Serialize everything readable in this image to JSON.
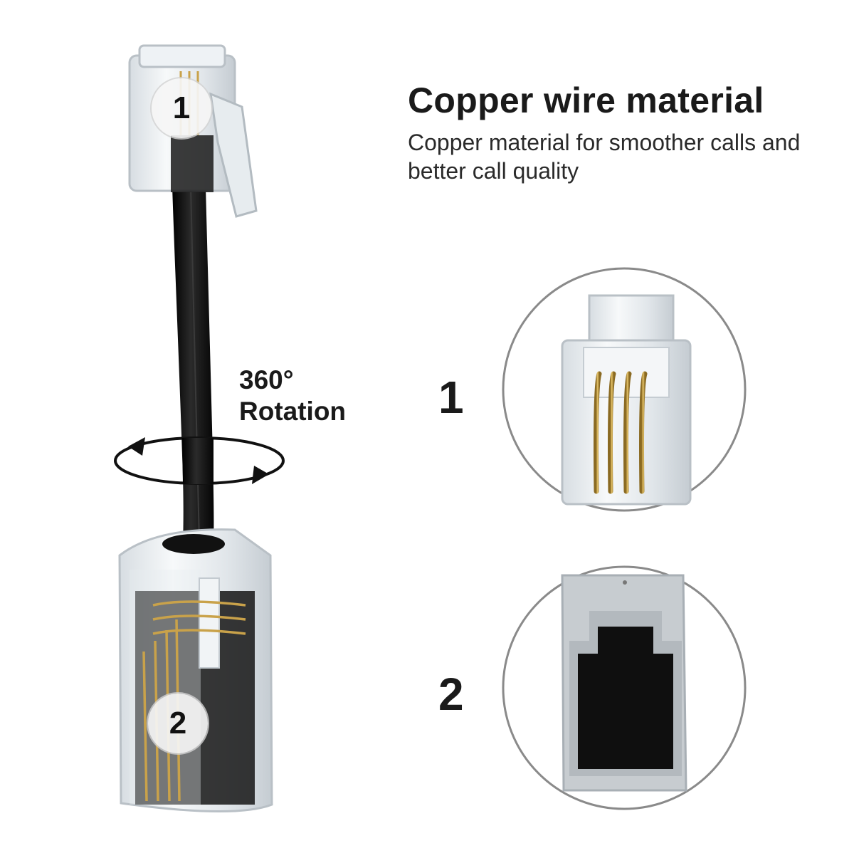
{
  "headline": "Copper wire material",
  "subtext": "Copper material for smoother calls and better call quality",
  "rotation": {
    "line1": "360°",
    "line2": "Rotation"
  },
  "side_labels": [
    "1",
    "2"
  ],
  "badges": [
    "1",
    "2"
  ],
  "colors": {
    "cable": "#111111",
    "clear_plastic": "#e9eef2",
    "gold_contacts": "#c9a24a",
    "text": "#1a1a1a"
  }
}
